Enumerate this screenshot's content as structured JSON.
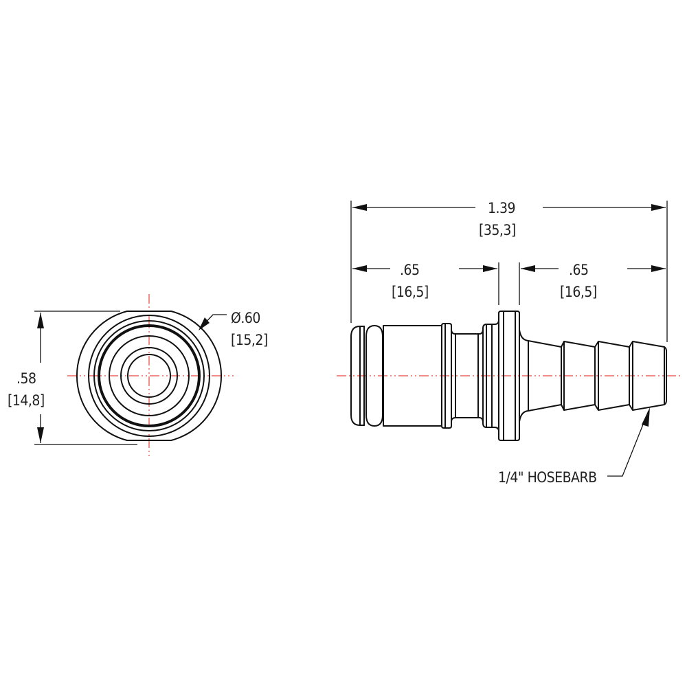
{
  "drawing": {
    "line_color": "#111111",
    "centerline_color": "#e8433a",
    "background": "#ffffff"
  },
  "end_view": {
    "height_dim": {
      "inch": ".58",
      "mm": "[14,8]"
    },
    "diameter_dim": {
      "inch": "Ø.60",
      "mm": "[15,2]"
    }
  },
  "side_view": {
    "overall_length_dim": {
      "inch": "1.39",
      "mm": "[35,3]"
    },
    "left_length_dim": {
      "inch": ".65",
      "mm": "[16,5]"
    },
    "right_length_dim": {
      "inch": ".65",
      "mm": "[16,5]"
    },
    "callout": {
      "label": "1/4\" HOSEBARB"
    }
  }
}
